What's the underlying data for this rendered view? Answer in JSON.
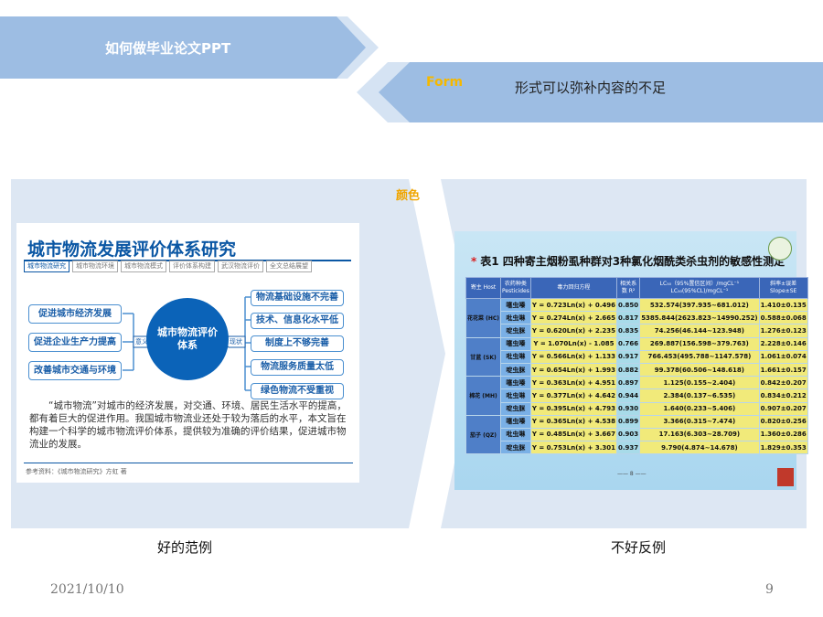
{
  "header": {
    "title": "如何做毕业论文PPT",
    "form_label": "Form",
    "form_desc": "形式可以弥补内容的不足"
  },
  "section_label": "颜色",
  "good_example": {
    "caption": "好的范例",
    "slide": {
      "title": "城市物流发展评价体系研究",
      "tabs": [
        "城市物流研究",
        "城市物流环境",
        "城市物流模式",
        "评价体系构建",
        "武汉物流评价",
        "全文总结展望"
      ],
      "center": "城市物流评价体系",
      "left_items": [
        "促进城市经济发展",
        "促进企业生产力提高",
        "改善城市交通与环境"
      ],
      "left_arrow_label": "意义",
      "right_arrow_label": "现状",
      "right_items": [
        "物流基础设施不完善",
        "技术、信息化水平低",
        "制度上不够完善",
        "物流服务质量太低",
        "绿色物流不受重视"
      ],
      "paragraph": "“城市物流”对城市的经济发展，对交通、环境、居民生活水平的提高，都有着巨大的促进作用。我国城市物流业还处于较为落后的水平，本文旨在构建一个科学的城市物流评价体系，提供较为准确的评价结果，促进城市物流业的发展。",
      "reference": "参考资料：《城市物流研究》方虹 著"
    }
  },
  "bad_example": {
    "caption": "不好反例",
    "slide": {
      "star": "*",
      "title": "表1 四种寄主烟粉虱种群对3种氯化烟酰类杀虫剂的敏感性测定",
      "headers": [
        "寄主 Host",
        "农药种类 Pesticides",
        "毒力回归方程",
        "相关系数 R²",
        "LC₅₀（95%置信区间）/mgCL⁻¹ LC₅₀(95%CL)/mgCL⁻¹",
        "斜率±误差 Slope±SE"
      ],
      "groups": [
        {
          "host": "花花菜 (HC)",
          "rows": [
            {
              "pesticide": "噻虫嗪",
              "equation": "Y = 0.723Ln(x) + 0.496",
              "r2": "0.850",
              "lc50": "532.574(397.935~681.012)",
              "slope": "1.410±0.135"
            },
            {
              "pesticide": "吡虫啉",
              "equation": "Y = 0.274Ln(x) + 2.665",
              "r2": "0.817",
              "lc50": "5385.844(2623.823~14990.252)",
              "slope": "0.588±0.068"
            },
            {
              "pesticide": "啶虫脒",
              "equation": "Y = 0.620Ln(x) + 2.235",
              "r2": "0.835",
              "lc50": "74.256(46.144~123.948)",
              "slope": "1.276±0.123"
            }
          ]
        },
        {
          "host": "甘蓝 (SK)",
          "rows": [
            {
              "pesticide": "噻虫嗪",
              "equation": "Y = 1.070Ln(x) - 1.085",
              "r2": "0.766",
              "lc50": "269.887(156.598~379.763)",
              "slope": "2.228±0.146"
            },
            {
              "pesticide": "吡虫啉",
              "equation": "Y = 0.566Ln(x) + 1.133",
              "r2": "0.917",
              "lc50": "766.453(495.788~1147.578)",
              "slope": "1.061±0.074"
            },
            {
              "pesticide": "啶虫脒",
              "equation": "Y = 0.654Ln(x) + 1.993",
              "r2": "0.882",
              "lc50": "99.378(60.506~148.618)",
              "slope": "1.661±0.157"
            }
          ]
        },
        {
          "host": "棉花 (MH)",
          "rows": [
            {
              "pesticide": "噻虫嗪",
              "equation": "Y = 0.363Ln(x) + 4.951",
              "r2": "0.897",
              "lc50": "1.125(0.155~2.404)",
              "slope": "0.842±0.207"
            },
            {
              "pesticide": "吡虫啉",
              "equation": "Y = 0.377Ln(x) + 4.642",
              "r2": "0.944",
              "lc50": "2.384(0.137~6.535)",
              "slope": "0.834±0.212"
            },
            {
              "pesticide": "啶虫脒",
              "equation": "Y = 0.395Ln(x) + 4.793",
              "r2": "0.930",
              "lc50": "1.640(0.233~5.406)",
              "slope": "0.907±0.207"
            }
          ]
        },
        {
          "host": "茄子 (QZ)",
          "rows": [
            {
              "pesticide": "噻虫嗪",
              "equation": "Y = 0.365Ln(x) + 4.538",
              "r2": "0.899",
              "lc50": "3.366(0.315~7.474)",
              "slope": "0.820±0.256"
            },
            {
              "pesticide": "吡虫啉",
              "equation": "Y = 0.485Ln(x) + 3.667",
              "r2": "0.903",
              "lc50": "17.163(6.303~28.709)",
              "slope": "1.360±0.286"
            },
            {
              "pesticide": "啶虫脒",
              "equation": "Y = 0.753Ln(x) + 3.301",
              "r2": "0.937",
              "lc50": "9.790(4.874~14.678)",
              "slope": "1.829±0.353"
            }
          ]
        }
      ],
      "page_number": "—— 8 ——"
    }
  },
  "footer": {
    "date": "2021/10/10",
    "page": "9"
  },
  "colors": {
    "banner_dark": "#9dbde3",
    "banner_light": "#d5e3f3",
    "form_label": "#f5b800",
    "section_label": "#f0a500",
    "panel_bg": "#dde7f3",
    "slide_blue": "#0b57a4"
  }
}
